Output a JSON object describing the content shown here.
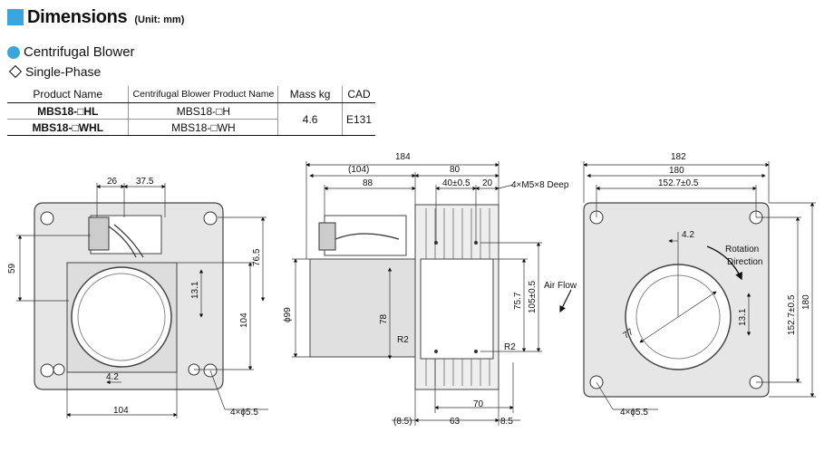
{
  "header": {
    "title": "Dimensions",
    "unit": "(Unit: mm)"
  },
  "section": {
    "title": "Centrifugal Blower",
    "subtitle": "Single-Phase"
  },
  "table": {
    "headers": [
      "Product Name",
      "Centrifugal Blower Product Name",
      "Mass kg",
      "CAD"
    ],
    "rows": [
      {
        "product": "MBS18-□HL",
        "blower": "MBS18-□H"
      },
      {
        "product": "MBS18-□WHL",
        "blower": "MBS18-□WH"
      }
    ],
    "mass": "4.6",
    "cad": "E131"
  },
  "drawing": {
    "front": {
      "dim_26": "26",
      "dim_37_5": "37.5",
      "dim_59": "59",
      "dim_76_5": "76.5",
      "dim_13_1": "13.1",
      "dim_104_v": "104",
      "dim_4_2": "4.2",
      "dim_104_h": "104",
      "holes": "4×ϕ5.5"
    },
    "side": {
      "dim_184": "184",
      "dim_104p": "(104)",
      "dim_80": "80",
      "dim_88": "88",
      "dim_40": "40±0.5",
      "dim_20": "20",
      "tap": "4×M5×8 Deep",
      "dim_99": "ϕ99",
      "dim_78": "78",
      "dim_75_7": "75.7",
      "dim_105": "105±0.5",
      "dim_r2a": "R2",
      "dim_r2b": "R2",
      "dim_70": "70",
      "dim_8_5p": "(8.5)",
      "dim_63": "63",
      "dim_8_5": "8.5",
      "airflow": "Air Flow"
    },
    "back": {
      "dim_182": "182",
      "dim_180": "180",
      "dim_152_7h": "152.7±0.5",
      "dim_4_2": "4.2",
      "rotation": "Rotation",
      "direction": "Direction",
      "dim_77": "77",
      "dim_13_1": "13.1",
      "dim_152_7v": "152.7±0.5",
      "dim_180v": "180",
      "holes": "4×ϕ5.5"
    }
  }
}
